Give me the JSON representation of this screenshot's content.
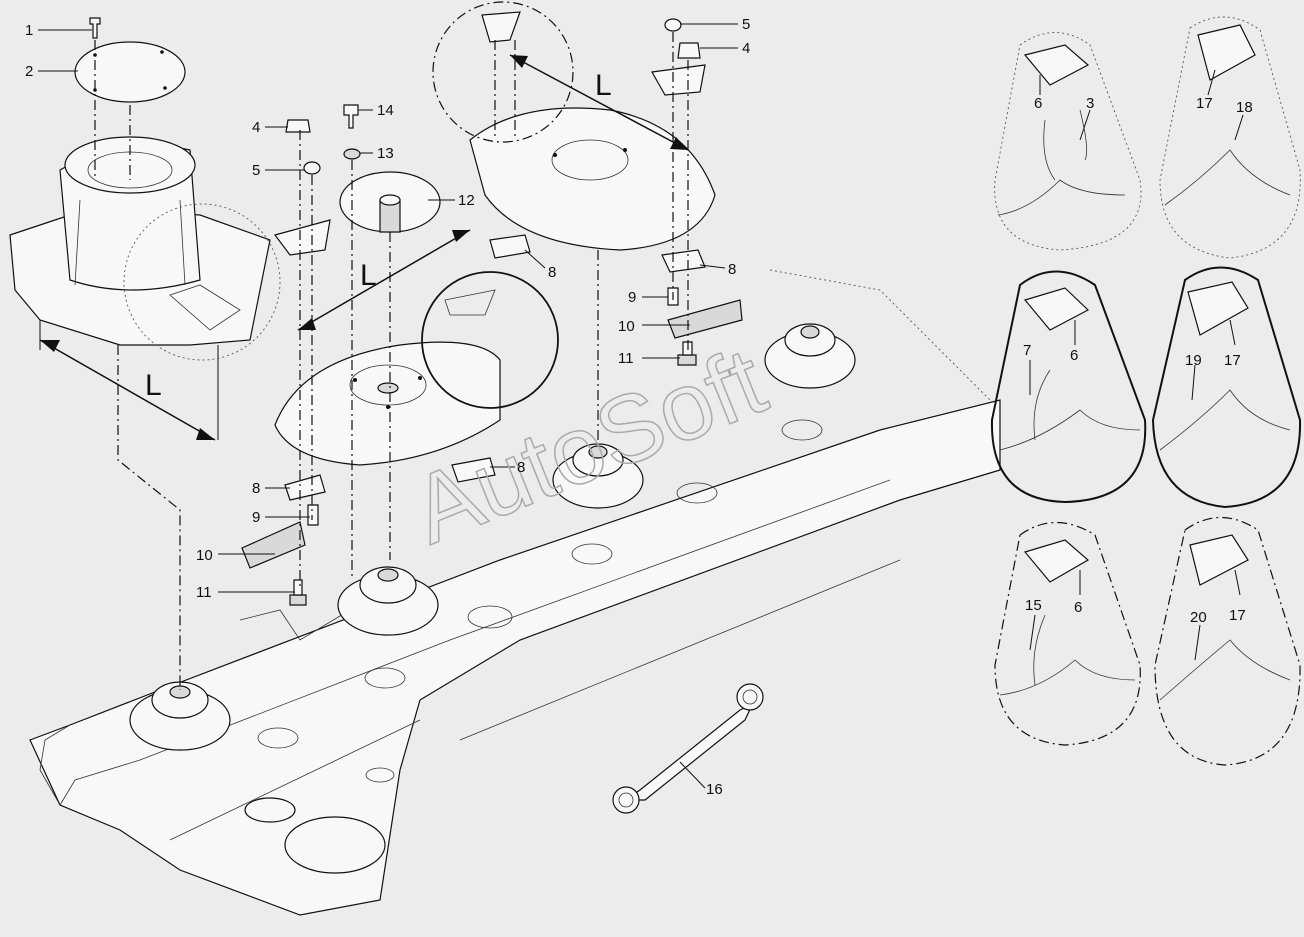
{
  "watermark": "AutoSoft",
  "dimension_label": "L",
  "callouts": {
    "c1": "1",
    "c2": "2",
    "c3": "3",
    "c4a": "4",
    "c4b": "4",
    "c5a": "5",
    "c5b": "5",
    "c6a": "6",
    "c6b": "6",
    "c6c": "6",
    "c7": "7",
    "c8a": "8",
    "c8b": "8",
    "c8c": "8",
    "c8d": "8",
    "c9a": "9",
    "c9b": "9",
    "c10a": "10",
    "c10b": "10",
    "c11a": "11",
    "c11b": "11",
    "c12": "12",
    "c13": "13",
    "c14": "14",
    "c15": "15",
    "c16": "16",
    "c17a": "17",
    "c17b": "17",
    "c17c": "17",
    "c18": "18",
    "c19": "19",
    "c20": "20"
  },
  "colors": {
    "background": "#ececec",
    "ink": "#111111"
  }
}
